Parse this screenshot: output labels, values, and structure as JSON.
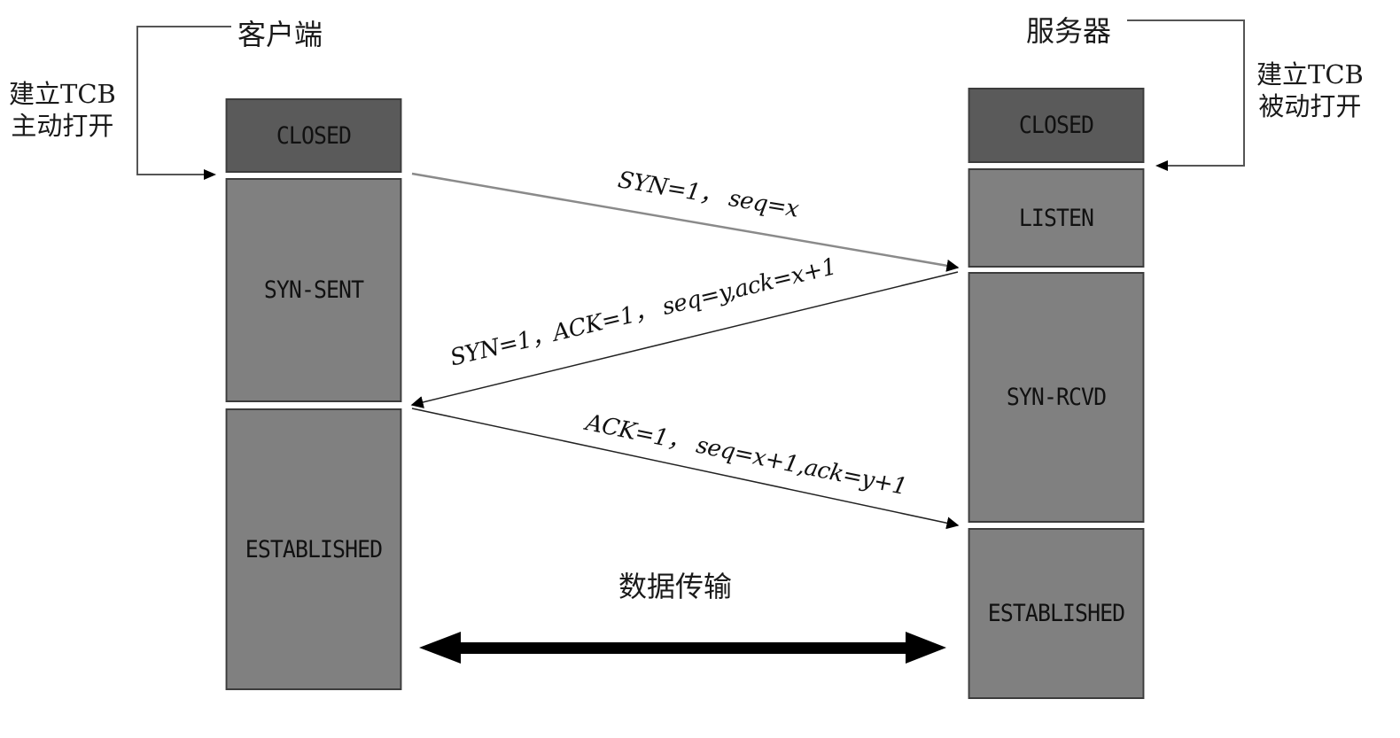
{
  "diagram": {
    "title": "TCP three-way handshake",
    "client": {
      "label": "客户端",
      "note_line1": "建立TCB",
      "note_line2": "主动打开",
      "states": [
        "CLOSED",
        "SYN-SENT",
        "ESTABLISHED"
      ]
    },
    "server": {
      "label": "服务器",
      "note_line1": "建立TCB",
      "note_line2": "被动打开",
      "states": [
        "CLOSED",
        "LISTEN",
        "SYN-RCVD",
        "ESTABLISHED"
      ]
    },
    "messages": [
      {
        "from": "client",
        "to": "server",
        "text": "SYN=1， seq=x"
      },
      {
        "from": "server",
        "to": "client",
        "text": "SYN=1，ACK=1， seq=y,ack=x+1"
      },
      {
        "from": "client",
        "to": "server",
        "text": "ACK=1， seq=x+1,ack=y+1"
      }
    ],
    "data_transfer": {
      "label": "数据传输",
      "direction": "bidirectional"
    },
    "colors": {
      "closed_fill": "#5a5a5a",
      "state_fill": "#808080",
      "arrow": "#000000",
      "first_arrow": "#8a8a8a"
    }
  }
}
